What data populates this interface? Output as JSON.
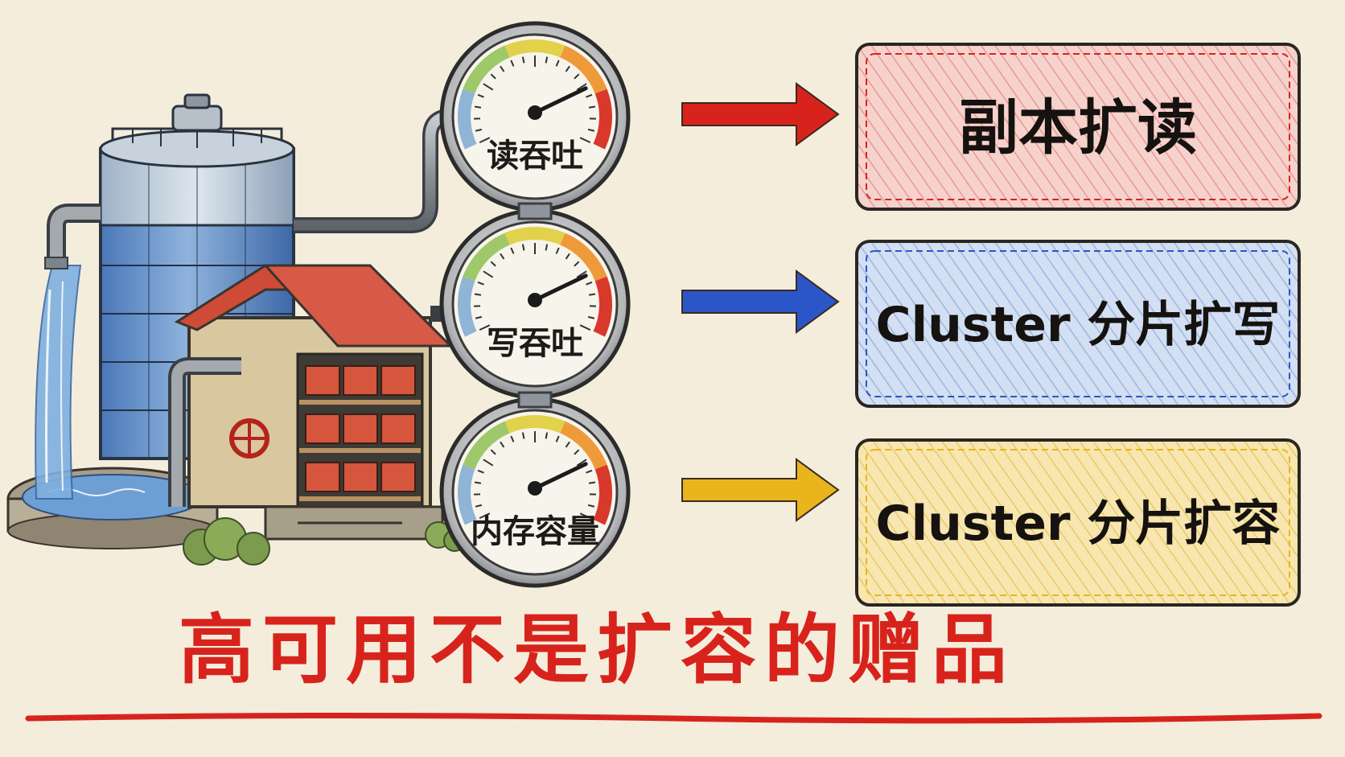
{
  "colors": {
    "background": "#f4eddc",
    "red": "#d8231d",
    "blue": "#2a56c8",
    "yellow": "#e8b51d",
    "ink": "#1d1a17",
    "red_box_fill": "#f4c7c2",
    "blue_box_fill": "#c9d8ef",
    "yellow_box_fill": "#f6e3a6"
  },
  "gauges": [
    {
      "label": "读吞吐",
      "level": 0.78,
      "icon": "gauge-icon"
    },
    {
      "label": "写吞吐",
      "level": 0.78,
      "icon": "gauge-icon"
    },
    {
      "label": "内存容量",
      "level": 0.78,
      "icon": "gauge-icon"
    }
  ],
  "solutions": [
    {
      "label": "副本扩读",
      "color": "red"
    },
    {
      "label": "Cluster 分片扩写",
      "color": "blue"
    },
    {
      "label": "Cluster 分片扩容",
      "color": "yellow"
    }
  ],
  "title": "高可用不是扩容的赠品",
  "illustration": {
    "tank_icon": "water-tank-icon",
    "warehouse_icon": "warehouse-icon",
    "valve_icon": "valve-wheel-icon"
  }
}
